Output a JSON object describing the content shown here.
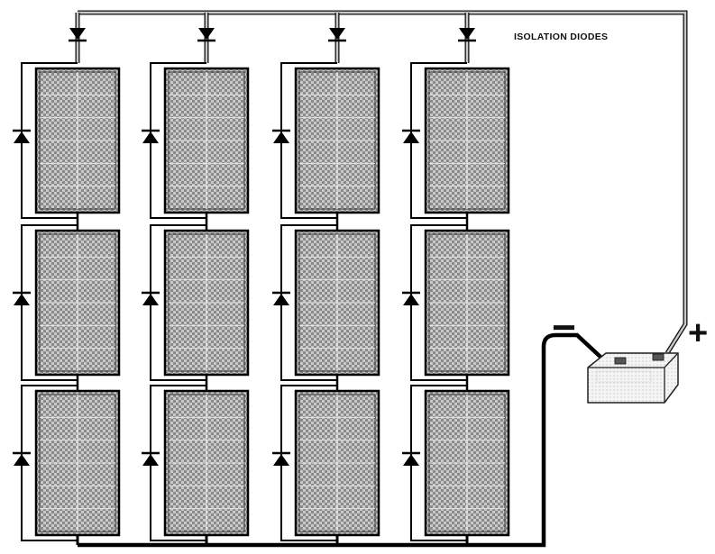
{
  "labels": {
    "isolation_diodes": "ISOLATION DIODES",
    "negative": "−",
    "positive": "+"
  },
  "array": {
    "columns": 4,
    "rows": 3,
    "isolation_diodes_count": 4,
    "bypass_diodes_per_column": 3
  },
  "colors": {
    "wire": "#000000",
    "positive_wire": "#bdbdbd",
    "panel_fill": "#a8a8a8",
    "battery_fill": "#f2f2f2"
  }
}
